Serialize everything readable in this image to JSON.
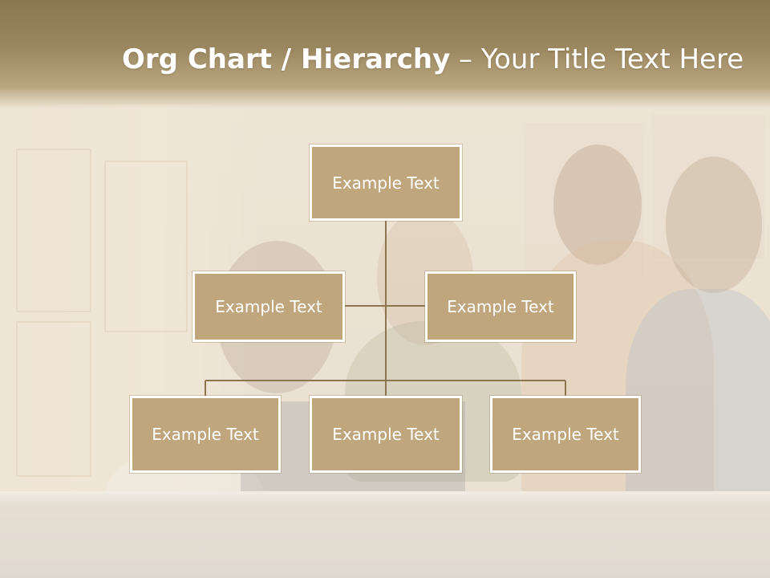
{
  "slide": {
    "title_bold": "Org Chart / Hierarchy",
    "title_dash": "–",
    "title_regular": "Your Title Text Here"
  },
  "org_chart": {
    "root": {
      "label": "Example Text"
    },
    "level2": [
      {
        "label": "Example Text"
      },
      {
        "label": "Example Text"
      }
    ],
    "level3": [
      {
        "label": "Example Text"
      },
      {
        "label": "Example Text"
      },
      {
        "label": "Example Text"
      }
    ]
  },
  "colors": {
    "header": "#9c8860",
    "box_fill": "#bfa67d",
    "box_border": "#ffffff",
    "connector": "#8c7650",
    "text": "#ffffff"
  }
}
